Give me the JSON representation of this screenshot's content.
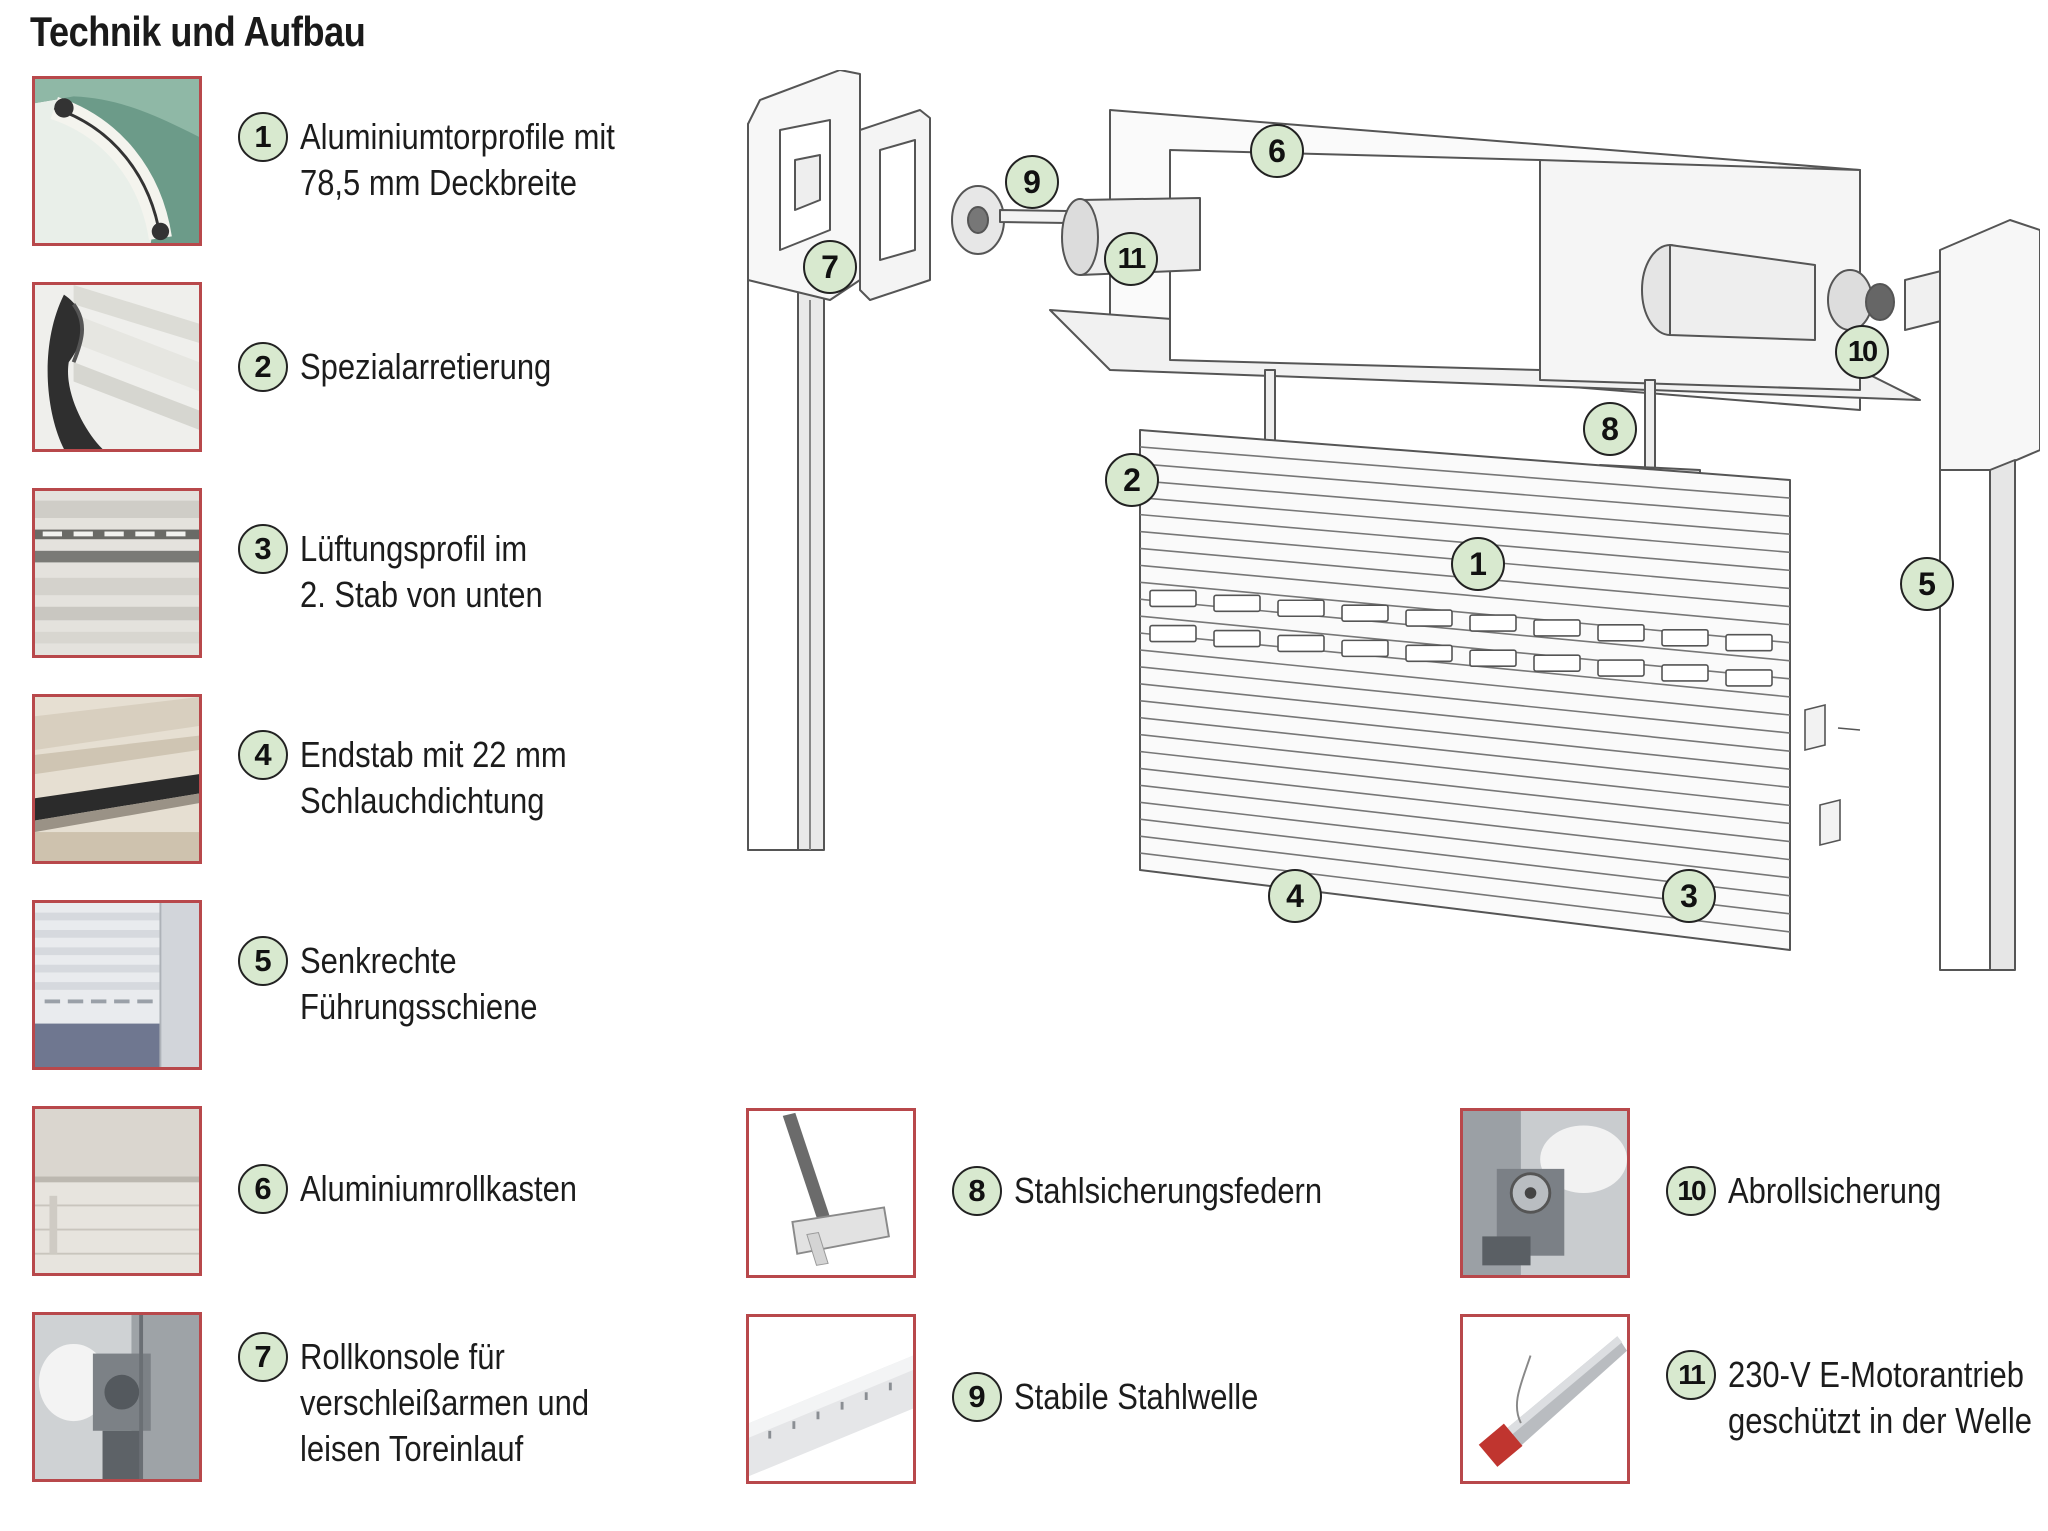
{
  "title": "Technik und Aufbau",
  "components": [
    {
      "number": "1",
      "line1": "Aluminiumtorprofile mit",
      "line2": "78,5 mm Deckbreite",
      "line3": ""
    },
    {
      "number": "2",
      "line1": "Spezialarretierung",
      "line2": "",
      "line3": ""
    },
    {
      "number": "3",
      "line1": "Lüftungsprofil im",
      "line2": "2. Stab von unten",
      "line3": ""
    },
    {
      "number": "4",
      "line1": "Endstab mit 22 mm",
      "line2": "Schlauchdichtung",
      "line3": ""
    },
    {
      "number": "5",
      "line1": "Senkrechte",
      "line2": "Führungsschiene",
      "line3": ""
    },
    {
      "number": "6",
      "line1": "Aluminiumrollkasten",
      "line2": "",
      "line3": ""
    },
    {
      "number": "7",
      "line1": "Rollkonsole für",
      "line2": "verschleißarmen und",
      "line3": "leisen Toreinlauf"
    },
    {
      "number": "8",
      "line1": "Stahlsicherungsfedern",
      "line2": "",
      "line3": ""
    },
    {
      "number": "9",
      "line1": "Stabile Stahlwelle",
      "line2": "",
      "line3": ""
    },
    {
      "number": "10",
      "line1": "Abrollsicherung",
      "line2": "",
      "line3": ""
    },
    {
      "number": "11",
      "line1": "230-V E-Motorantrieb",
      "line2": "geschützt in der Welle",
      "line3": ""
    }
  ],
  "diagram_callouts": [
    "1",
    "2",
    "3",
    "4",
    "5",
    "6",
    "7",
    "8",
    "9",
    "10",
    "11"
  ],
  "colors": {
    "badge_fill": "#d8e9cf",
    "thumb_border": "#b8484b",
    "line_art": "#555555"
  },
  "icons": [
    "profile-photo",
    "seal-photo",
    "vent-photo",
    "bottom-seal-photo",
    "rail-photo",
    "box-photo",
    "console-photo",
    "spring-photo",
    "shaft-photo",
    "lock-photo",
    "motor-photo"
  ]
}
